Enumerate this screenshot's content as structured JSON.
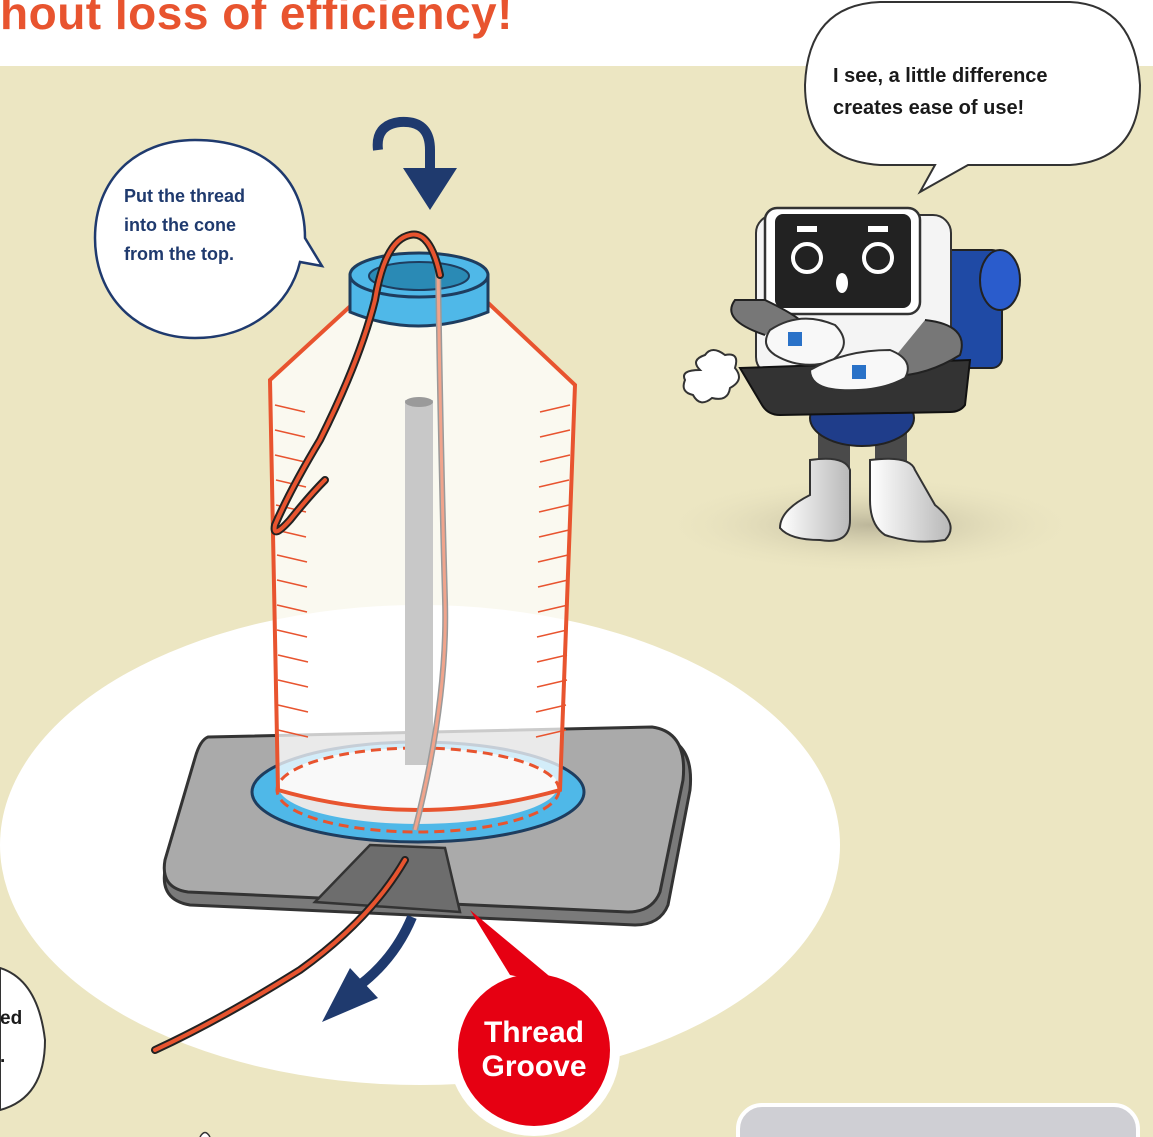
{
  "heading": "hout loss of efficiency!",
  "bubbles": {
    "thread_tip": [
      "Put the thread",
      "into the cone",
      "from the top."
    ],
    "robot_remark": [
      "I see, a little difference",
      "creates ease of use!"
    ],
    "partial_left": [
      "ed",
      "."
    ]
  },
  "badge": [
    "Thread",
    "Groove"
  ],
  "colors": {
    "background": "#ece6c2",
    "heading": "#e8542f",
    "thread": "#e8542f",
    "cone_ring": "#4fb8e8",
    "arrow": "#1f3a6e",
    "badge": "#e60012"
  },
  "icons": [
    "curved-arrow-down-icon",
    "curved-arrow-left-icon",
    "robot-mascot-icon",
    "puff-cloud-icon"
  ]
}
